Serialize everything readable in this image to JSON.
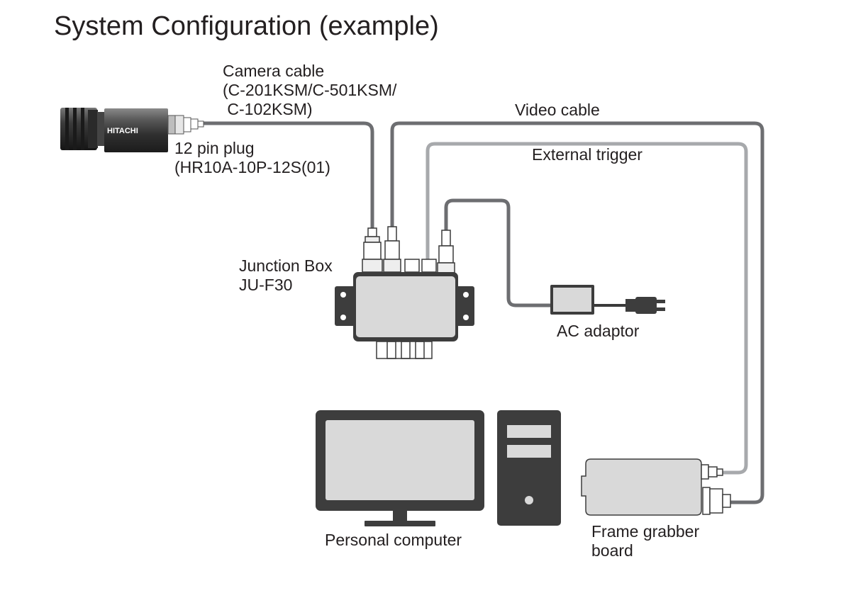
{
  "title": "System Configuration (example)",
  "camera": {
    "brand": "HITACHI"
  },
  "labels": {
    "camera_cable": "Camera cable\n(C-201KSM/C-501KSM/\n C-102KSM)",
    "plug": "12 pin plug\n(HR10A-10P-12S(01)",
    "video_cable": "Video cable",
    "external_trigger": "External trigger",
    "junction_box": "Junction Box\nJU-F30",
    "ac_adaptor": "AC adaptor",
    "personal_computer": "Personal computer",
    "frame_grabber": "Frame grabber\nboard"
  },
  "colors": {
    "dark_cable": "#6d6e71",
    "light_cable": "#a7a9ac",
    "device_fill": "#d9d9d9",
    "outline": "#3a3a3a",
    "text": "#231f20"
  }
}
